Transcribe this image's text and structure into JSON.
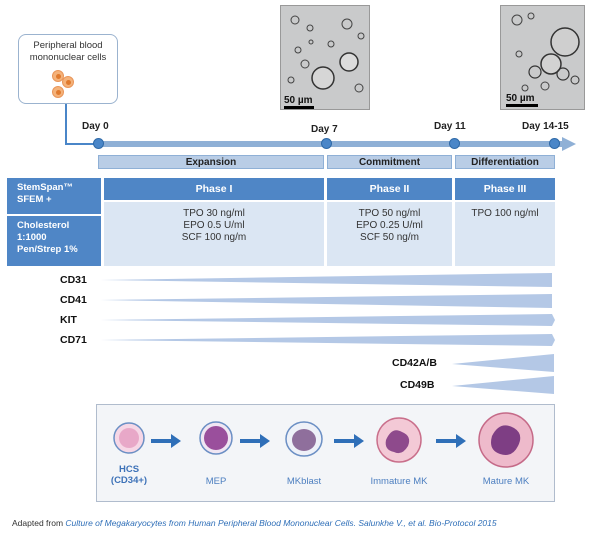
{
  "source": {
    "label_line1": "Peripheral blood",
    "label_line2": "mononuclear cells"
  },
  "micrographs": [
    {
      "scale": "50 µm"
    },
    {
      "scale": "50 µm"
    }
  ],
  "timeline": {
    "days": [
      "Day 0",
      "Day 7",
      "Day 11",
      "Day 14-15"
    ],
    "stages": [
      "Expansion",
      "Commitment",
      "Differentiation"
    ],
    "accent_color": "#4a86c8"
  },
  "media": {
    "base_line1": "StemSpan™",
    "base_line2": "SFEM +",
    "supp_line1": "Cholesterol",
    "supp_line2": "1:1000",
    "supp_line3": "Pen/Strep 1%"
  },
  "phases": [
    {
      "name": "Phase I",
      "factors": [
        "TPO 30 ng/ml",
        "EPO 0.5 U/ml",
        "SCF 100 ng/m"
      ]
    },
    {
      "name": "Phase II",
      "factors": [
        "TPO 50 ng/ml",
        "EPO 0.25 U/ml",
        "SCF 50 ng/m"
      ]
    },
    {
      "name": "Phase III",
      "factors": [
        "TPO 100 ng/ml"
      ]
    }
  ],
  "markers": {
    "decreasing": [
      "CD31",
      "CD41",
      "KIT",
      "CD71"
    ],
    "increasing": [
      "CD42A/B",
      "CD49B"
    ]
  },
  "cells": [
    {
      "label": "HCS",
      "label2": "(CD34+)"
    },
    {
      "label": "MEP"
    },
    {
      "label": "MKblast"
    },
    {
      "label": "Immature MK"
    },
    {
      "label": "Mature MK"
    }
  ],
  "citation": {
    "prefix": "Adapted from",
    "source": "Culture of Megakaryocytes  from Human Peripheral  Blood Mononuclear  Cells. Salunkhe V., et al. Bio-Protocol 2015"
  }
}
